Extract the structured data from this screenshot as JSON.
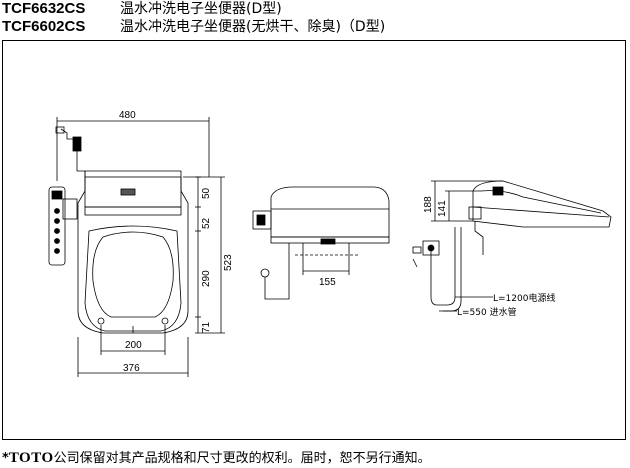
{
  "header": {
    "lines": [
      {
        "model": "TCF6632CS",
        "desc": "温水冲洗电子坐便器(D型)"
      },
      {
        "model": "TCF6602CS",
        "desc": "温水冲洗电子坐便器(无烘干、除臭)（D型)"
      }
    ]
  },
  "dimensions": {
    "overall_width": "480",
    "seat_width": "376",
    "inner_width": "200",
    "top_a": "50",
    "top_b": "52",
    "mid_height": "290",
    "low_height": "71",
    "overall_length": "523",
    "side_offset": "155",
    "side_height_a": "188",
    "side_height_b": "141"
  },
  "callouts": {
    "power_cord": "L=1200电源线",
    "inlet_hose": "L=550 进水管"
  },
  "footer": {
    "asterisk": "*",
    "brand": "TOTO",
    "notice": "公司保留对其产品规格和尺寸更改的权利。届时，恕不另行通知。"
  }
}
